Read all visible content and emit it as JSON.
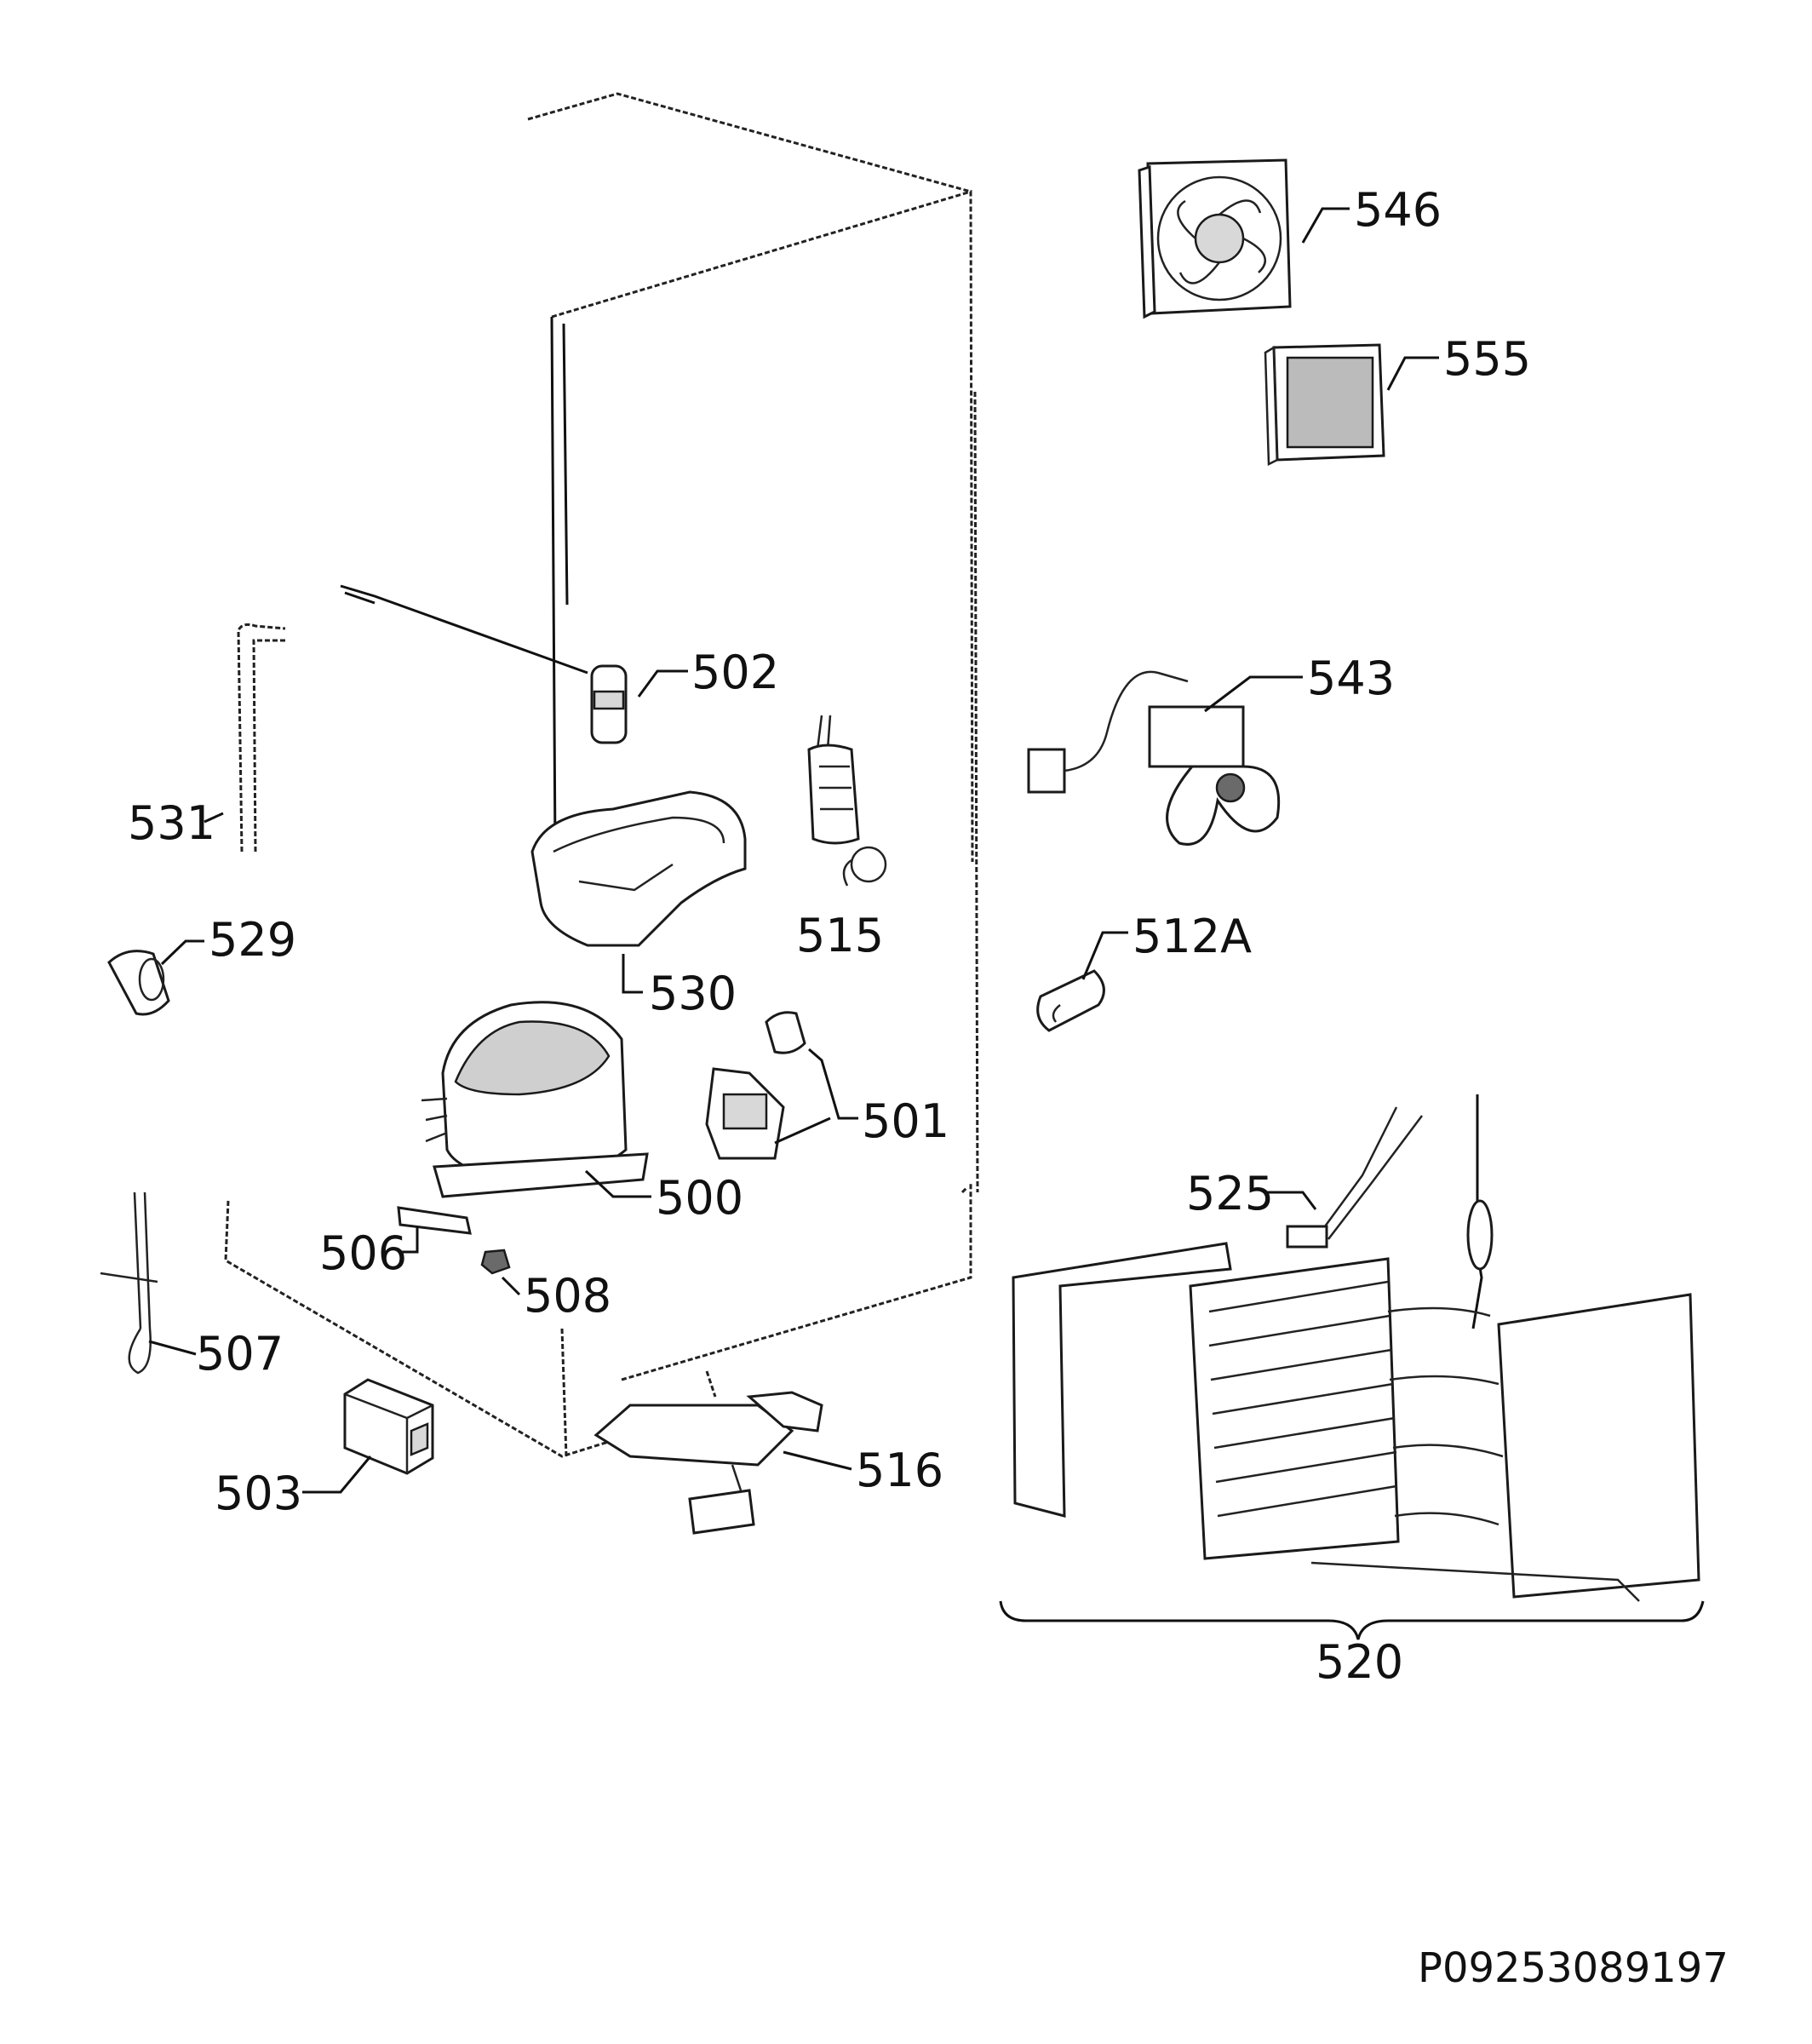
{
  "diagram": {
    "labels": {
      "p546": "546",
      "p555": "555",
      "p502": "502",
      "p543": "543",
      "p531": "531",
      "p515": "515",
      "p529": "529",
      "p512a": "512A",
      "p530": "530",
      "p501": "501",
      "p500": "500",
      "p525": "525",
      "p506": "506",
      "p508": "508",
      "p507": "507",
      "p516": "516",
      "p503": "503",
      "p520": "520"
    },
    "reference_code": "P09253089197"
  }
}
